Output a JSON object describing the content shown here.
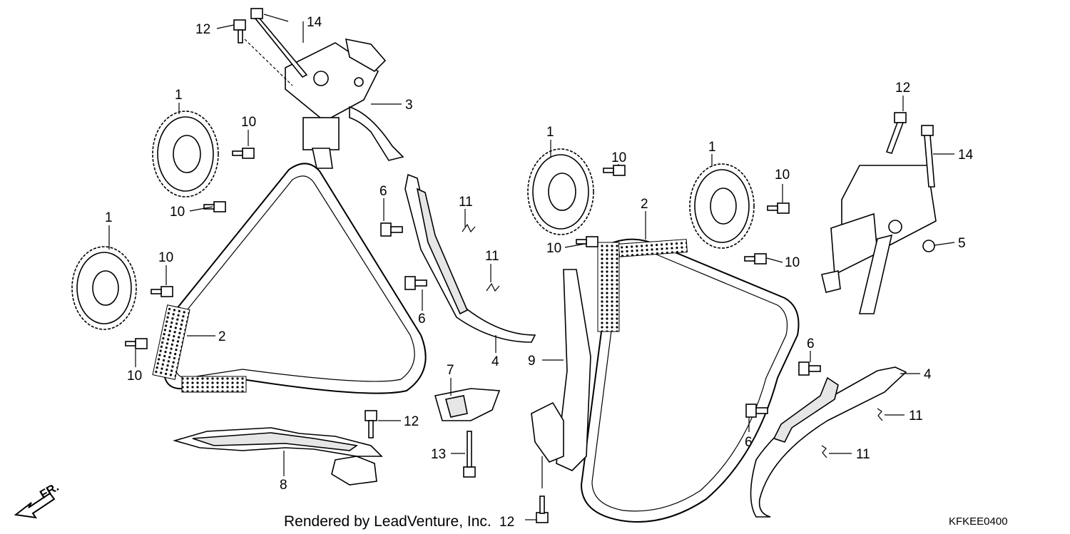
{
  "diagram": {
    "footer_credit": "Rendered by LeadVenture, Inc.",
    "diagram_code": "KFKEE0400",
    "direction_label": "FR.",
    "callouts": {
      "c12_top_left": "12",
      "c14_top_left": "14",
      "c3": "3",
      "c1_a": "1",
      "c10_a": "10",
      "c10_b": "10",
      "c1_b": "1",
      "c10_c": "10",
      "c10_d": "10",
      "c2_left": "2",
      "c6_a": "6",
      "c6_b": "6",
      "c11_a": "11",
      "c11_b": "11",
      "c4_left": "4",
      "c7": "7",
      "c12_mid": "12",
      "c13": "13",
      "c8": "8",
      "c9": "9",
      "c12_bottom": "12",
      "c1_c": "1",
      "c10_e": "10",
      "c10_f": "10",
      "c2_right": "2",
      "c1_d": "1",
      "c10_g": "10",
      "c10_h": "10",
      "c12_top_right": "12",
      "c14_right": "14",
      "c5": "5",
      "c6_c": "6",
      "c6_d": "6",
      "c4_right": "4",
      "c11_c": "11",
      "c11_d": "11"
    }
  }
}
